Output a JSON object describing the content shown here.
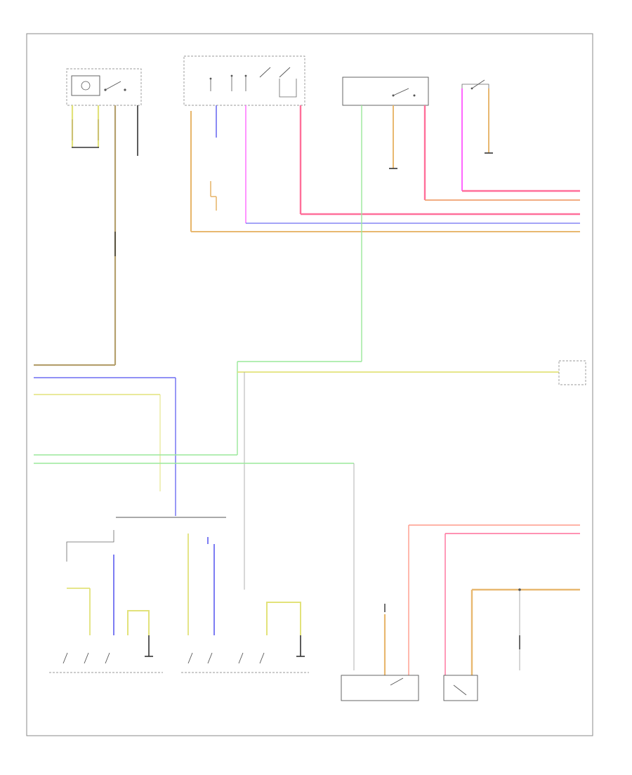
{
  "diagram": {
    "page_ref": "",
    "wire_colors": {
      "brown": "#b5a06e",
      "tan": "#e8b870",
      "orange": "#f0a070",
      "pink": "#ff6f9a",
      "magenta": "#ff66ff",
      "blue": "#6d6df2",
      "yellow": "#e2e27a",
      "green": "#9ae89a",
      "salmon": "#ff9a8a",
      "gray": "#bbbbbb",
      "dark": "#333333"
    },
    "components": [
      {
        "id": "lamp-switch-top-left",
        "caption": ""
      },
      {
        "id": "interior-lamp-switch-top",
        "caption": ""
      },
      {
        "id": "relay-module-top-right",
        "caption": ""
      },
      {
        "id": "door-switch-top-right",
        "caption": ""
      },
      {
        "id": "right-edge-connector",
        "caption": ""
      },
      {
        "id": "splice-bottom",
        "caption": ""
      },
      {
        "id": "rear-left-door-lock-unit",
        "caption": ""
      },
      {
        "id": "rear-right-door-lock-unit",
        "caption": ""
      },
      {
        "id": "front-door-lock-unit-bottom",
        "caption": ""
      },
      {
        "id": "rear-door-switch-bottom-right",
        "caption": ""
      }
    ]
  }
}
